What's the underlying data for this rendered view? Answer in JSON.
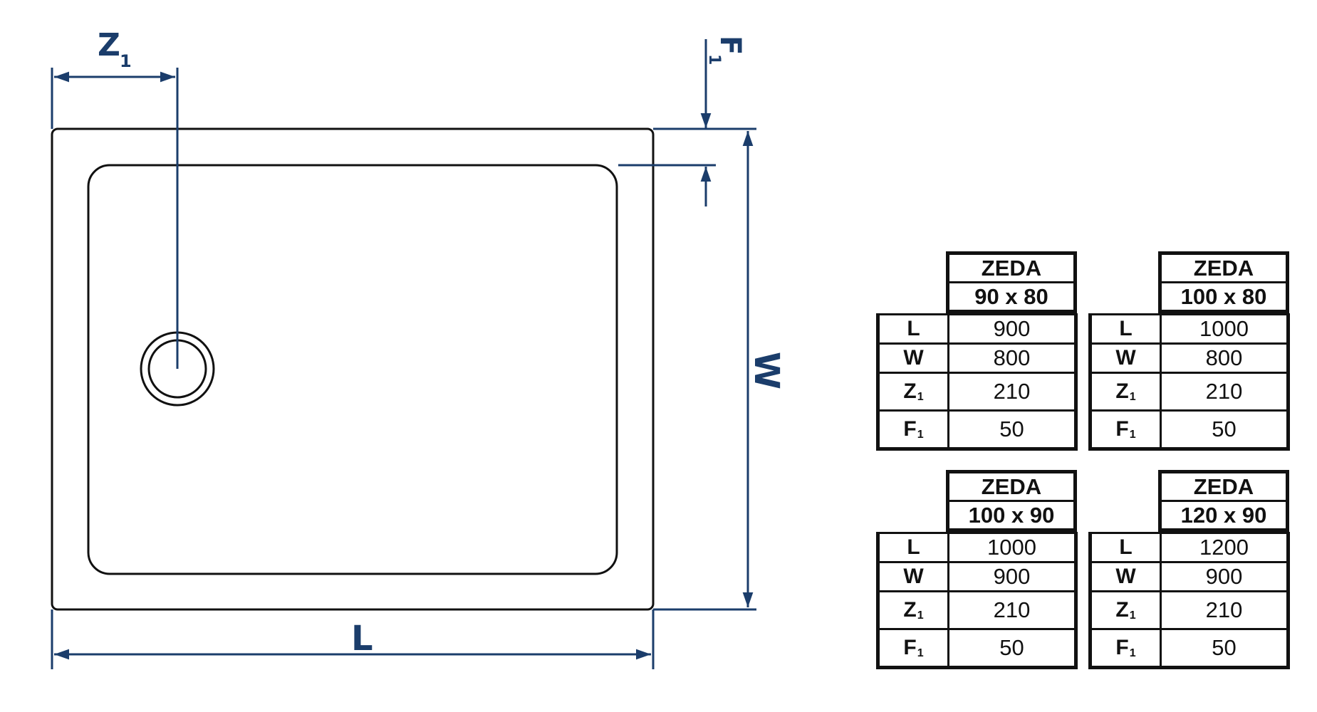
{
  "diagram": {
    "labels": {
      "z": "Z",
      "z_sub": "1",
      "f": "F",
      "f_sub": "1",
      "w": "W",
      "l": "L"
    },
    "line_color": "#1b3d6b",
    "outline_color": "#111111"
  },
  "tables": [
    {
      "model": "ZEDA",
      "size": "90 x 80",
      "rows": [
        {
          "key": "L",
          "sub": "",
          "value": "900"
        },
        {
          "key": "W",
          "sub": "",
          "value": "800"
        },
        {
          "key": "Z",
          "sub": "1",
          "value": "210"
        },
        {
          "key": "F",
          "sub": "1",
          "value": "50"
        }
      ]
    },
    {
      "model": "ZEDA",
      "size": "100 x 80",
      "rows": [
        {
          "key": "L",
          "sub": "",
          "value": "1000"
        },
        {
          "key": "W",
          "sub": "",
          "value": "800"
        },
        {
          "key": "Z",
          "sub": "1",
          "value": "210"
        },
        {
          "key": "F",
          "sub": "1",
          "value": "50"
        }
      ]
    },
    {
      "model": "ZEDA",
      "size": "100 x 90",
      "rows": [
        {
          "key": "L",
          "sub": "",
          "value": "1000"
        },
        {
          "key": "W",
          "sub": "",
          "value": "900"
        },
        {
          "key": "Z",
          "sub": "1",
          "value": "210"
        },
        {
          "key": "F",
          "sub": "1",
          "value": "50"
        }
      ]
    },
    {
      "model": "ZEDA",
      "size": "120 x 90",
      "rows": [
        {
          "key": "L",
          "sub": "",
          "value": "1200"
        },
        {
          "key": "W",
          "sub": "",
          "value": "900"
        },
        {
          "key": "Z",
          "sub": "1",
          "value": "210"
        },
        {
          "key": "F",
          "sub": "1",
          "value": "50"
        }
      ]
    }
  ]
}
